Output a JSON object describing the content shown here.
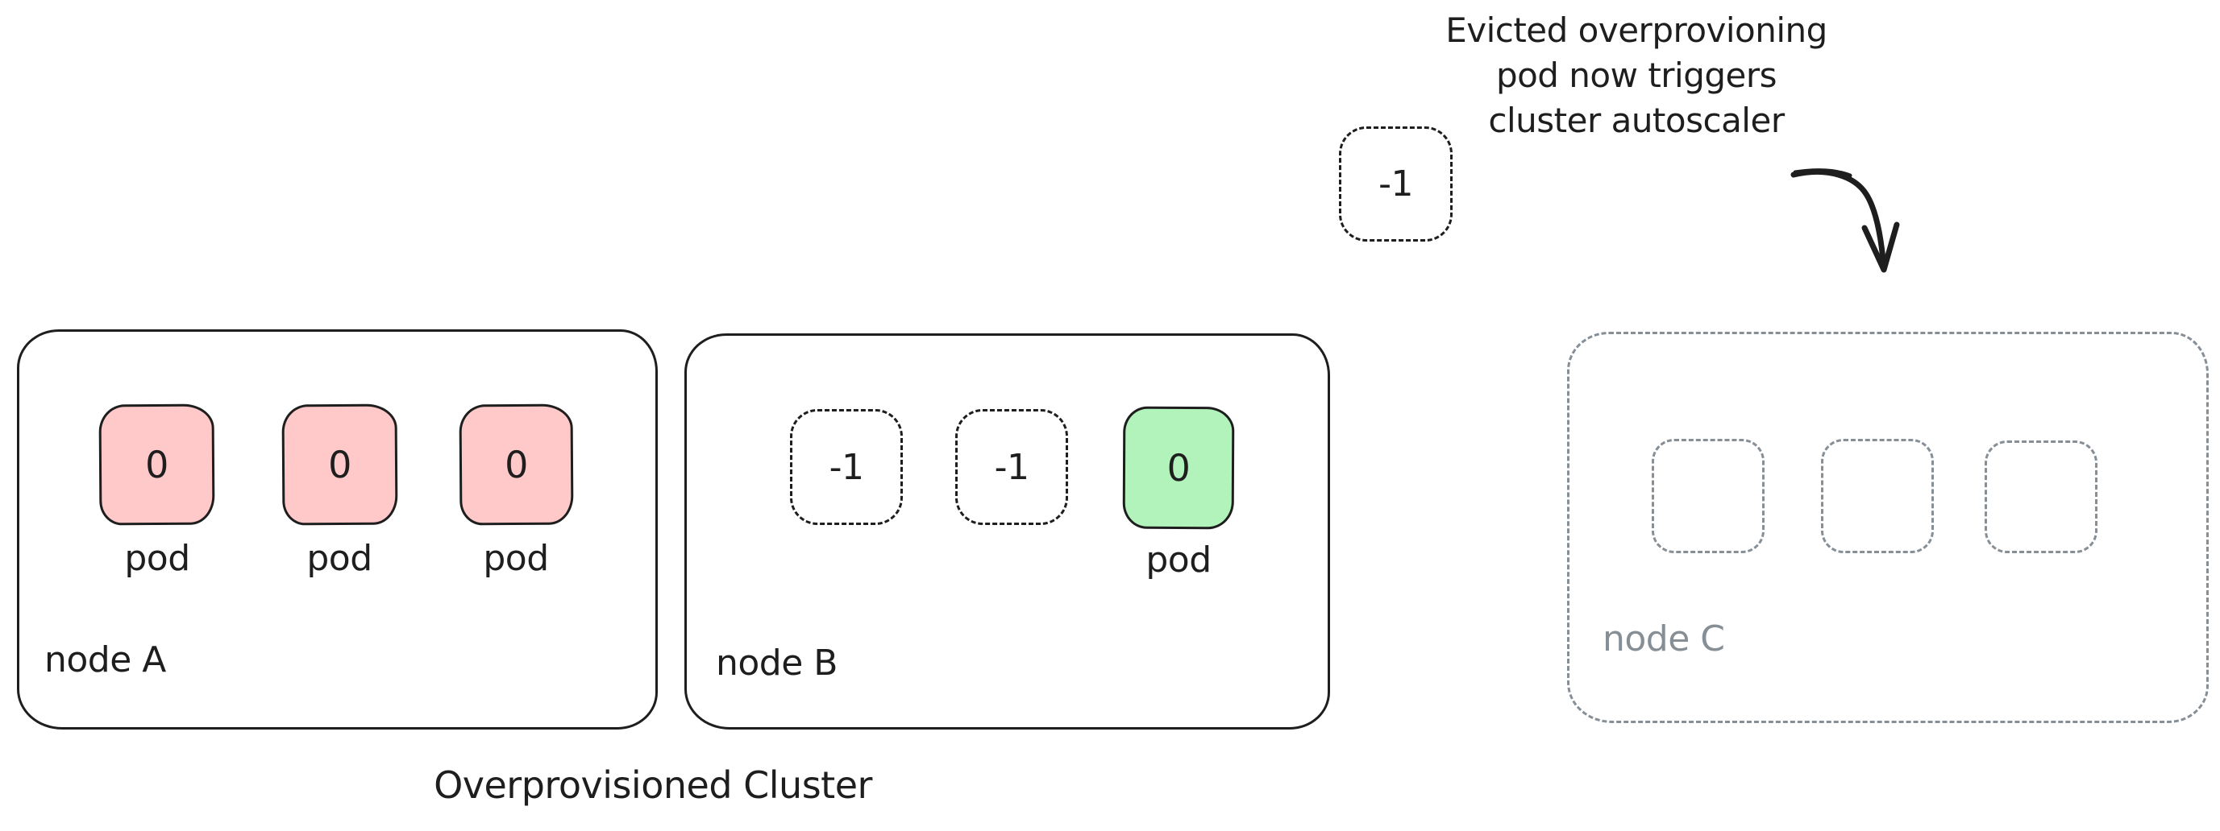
{
  "colors": {
    "stroke": "#1e1e1e",
    "muted": "#868e96",
    "pod_red": "#ffc9c9",
    "pod_green": "#b2f2bb",
    "background": "#ffffff"
  },
  "annotation": {
    "lines": [
      "Evicted overprovioning",
      "pod now triggers",
      "cluster autoscaler"
    ],
    "evicted_pod_value": "-1"
  },
  "cluster": {
    "caption": "Overprovisioned Cluster"
  },
  "nodes": {
    "a": {
      "label": "node A",
      "pods": [
        {
          "value": "0",
          "caption": "pod"
        },
        {
          "value": "0",
          "caption": "pod"
        },
        {
          "value": "0",
          "caption": "pod"
        }
      ]
    },
    "b": {
      "label": "node B",
      "pods": [
        {
          "value": "-1"
        },
        {
          "value": "-1"
        },
        {
          "value": "0",
          "caption": "pod"
        }
      ]
    },
    "c": {
      "label": "node C",
      "pods": [
        {},
        {},
        {}
      ]
    }
  }
}
